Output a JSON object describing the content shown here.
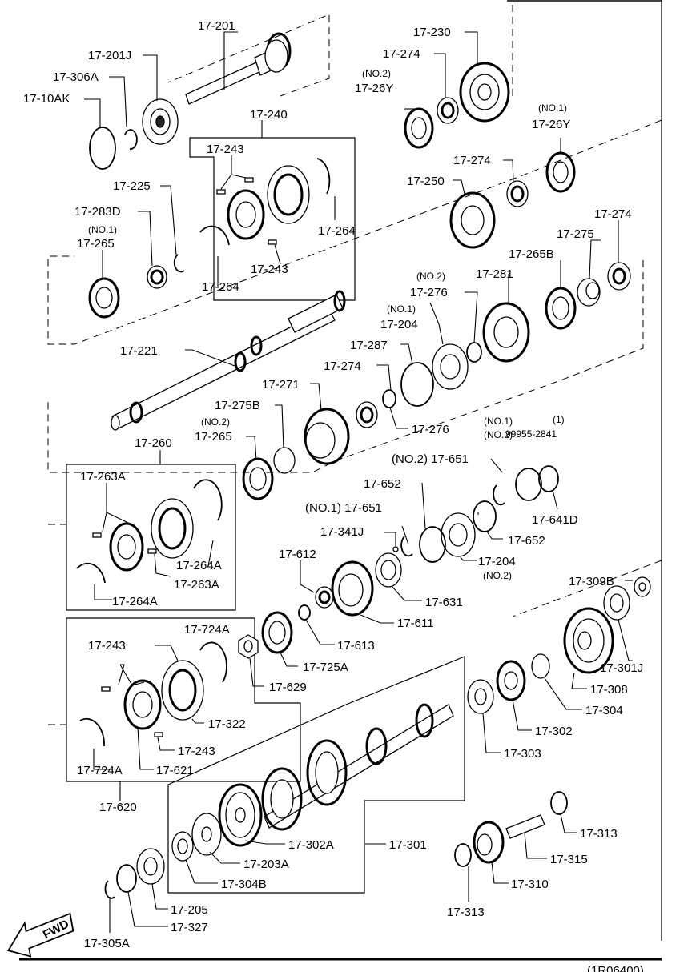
{
  "diagram_code": "(1R06400)",
  "fwd_label": "FWD",
  "labels": {
    "l17_201": "17-201",
    "l17_201J": "17-201J",
    "l17_306A": "17-306A",
    "l17_10AK": "17-10AK",
    "l17_240": "17-240",
    "l17_243_a": "17-243",
    "l17_243_b": "17-243",
    "l17_264_a": "17-264",
    "l17_264_b": "17-264",
    "l17_225": "17-225",
    "l17_283D": "17-283D",
    "l17_265_no1_note": "(NO.1)",
    "l17_265_a": "17-265",
    "l17_230": "17-230",
    "l17_274_a": "17-274",
    "l17_26Y_no2_note": "(NO.2)",
    "l17_26Y_a": "17-26Y",
    "l17_26Y_no1_note": "(NO.1)",
    "l17_26Y_b": "17-26Y",
    "l17_274_b": "17-274",
    "l17_250": "17-250",
    "l17_274_c": "17-274",
    "l17_275": "17-275",
    "l17_265B": "17-265B",
    "l17_276_no2_note": "(NO.2)",
    "l17_276_a": "17-276",
    "l17_281": "17-281",
    "l17_204_no1_note": "(NO.1)",
    "l17_204_a": "17-204",
    "l17_287": "17-287",
    "l17_221": "17-221",
    "l17_274_d": "17-274",
    "l17_271": "17-271",
    "l17_275B": "17-275B",
    "l17_265_no2_note": "(NO.2)",
    "l17_265_b": "17-265",
    "l17_276_b": "17-276",
    "l17_276_b_note1": "(NO.1)",
    "l17_276_b_note2": "(NO.2)",
    "l99955_note": "(1)",
    "l99955": "99955-2841",
    "l17_651_no2": "(NO.2) 17-651",
    "l17_641D": "17-641D",
    "l17_260": "17-260",
    "l17_263A_a": "17-263A",
    "l17_264A_a": "17-264A",
    "l17_263A_b": "17-263A",
    "l17_264A_b": "17-264A",
    "l17_652_a": "17-652",
    "l17_651_no1": "(NO.1) 17-651",
    "l17_341J": "17-341J",
    "l17_652_b": "17-652",
    "l17_204_b": "17-204",
    "l17_204_b_note": "(NO.2)",
    "l17_612": "17-612",
    "l17_631": "17-631",
    "l17_611": "17-611",
    "l17_613": "17-613",
    "l17_309B": "17-309B",
    "l17_301J": "17-301J",
    "l17_724A_a": "17-724A",
    "l17_243_c": "17-243",
    "l17_322": "17-322",
    "l17_243_d": "17-243",
    "l17_724A_b": "17-724A",
    "l17_621": "17-621",
    "l17_620": "17-620",
    "l17_725A": "17-725A",
    "l17_629": "17-629",
    "l17_308": "17-308",
    "l17_304": "17-304",
    "l17_302": "17-302",
    "l17_303": "17-303",
    "l17_302A": "17-302A",
    "l17_301": "17-301",
    "l17_203A": "17-203A",
    "l17_304B": "17-304B",
    "l17_205": "17-205",
    "l17_327": "17-327",
    "l17_305A": "17-305A",
    "l17_313_a": "17-313",
    "l17_315": "17-315",
    "l17_310": "17-310",
    "l17_313_b": "17-313"
  }
}
